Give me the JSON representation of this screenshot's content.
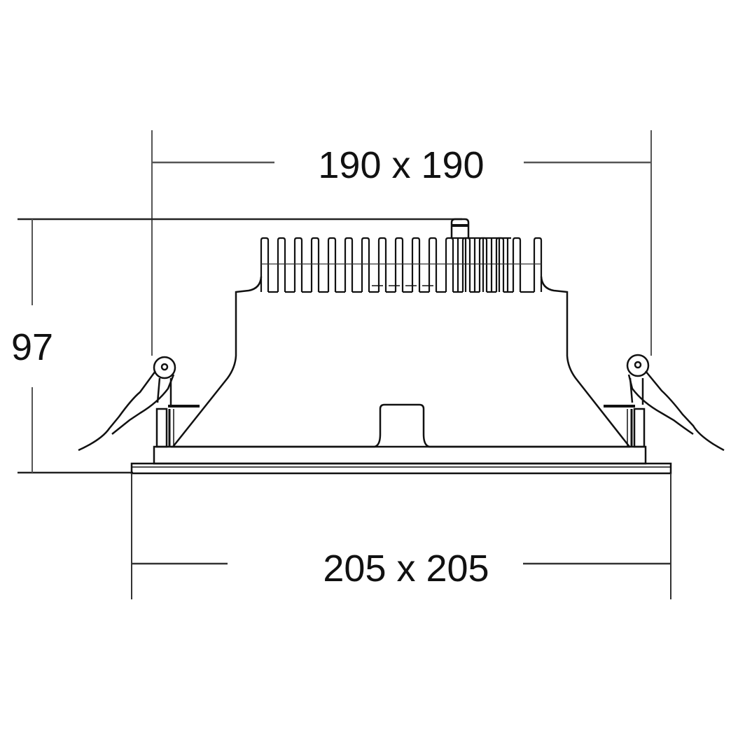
{
  "drawing": {
    "type": "technical-dimension-drawing",
    "subject": "recessed square LED downlight, side view",
    "dimensions": {
      "top_width": {
        "label": "190 x 190",
        "value": "190 x 190",
        "axis": "horizontal",
        "position": "top"
      },
      "height": {
        "label": "97",
        "value": "97",
        "axis": "vertical",
        "position": "left"
      },
      "bottom_width": {
        "label": "205 x 205",
        "value": "205 x 205",
        "axis": "horizontal",
        "position": "bottom"
      }
    },
    "colors": {
      "background": "#ffffff",
      "line": "#111111",
      "dim_line": "#555555",
      "text": "#111111"
    }
  }
}
